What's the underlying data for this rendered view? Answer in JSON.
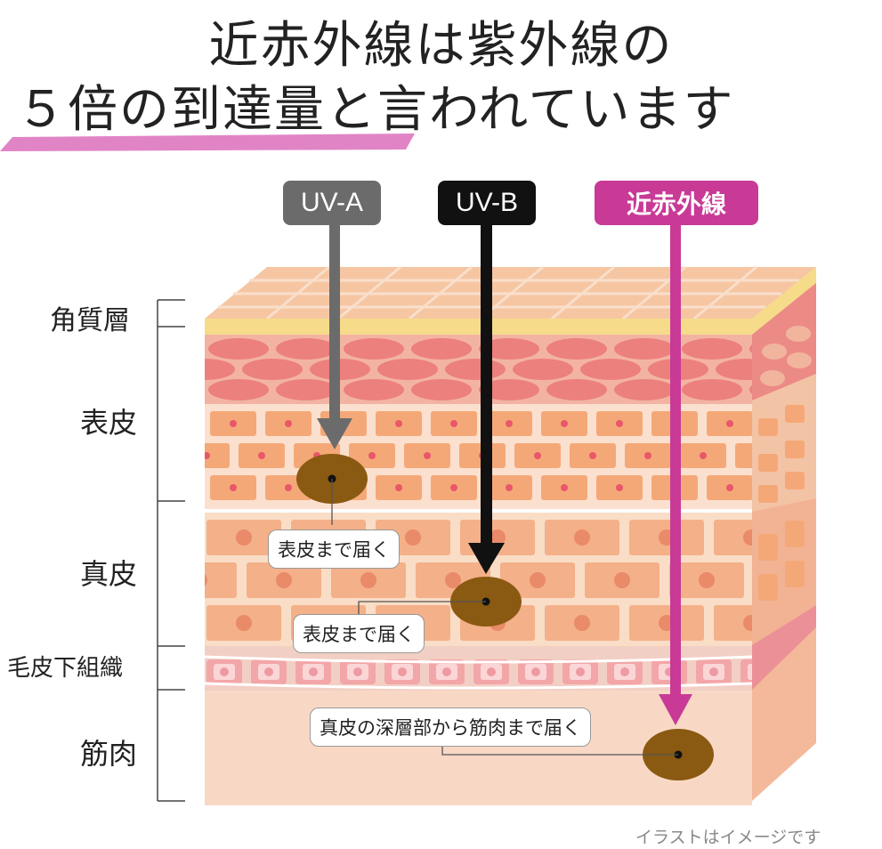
{
  "title": {
    "line1": "近赤外線は紫外線の",
    "line2": "５倍の到達量と言われています"
  },
  "rays": [
    {
      "label": "UV-A",
      "color": "#6b6b6b",
      "reaches": "表皮まで届く"
    },
    {
      "label": "UV-B",
      "color": "#111111",
      "reaches": "表皮まで届く"
    },
    {
      "label": "近赤外線",
      "color": "#c83a96",
      "reaches": "真皮の深層部から筋肉まで届く"
    }
  ],
  "layers": [
    {
      "label": "角質層"
    },
    {
      "label": "表皮"
    },
    {
      "label": "真皮"
    },
    {
      "label": "毛皮下組織"
    },
    {
      "label": "筋肉"
    }
  ],
  "caption": "イラストはイメージです",
  "colors": {
    "accent_pink": "#c83a96",
    "underline_pink": "#e184c6",
    "target_spot": "#8a5a12"
  }
}
